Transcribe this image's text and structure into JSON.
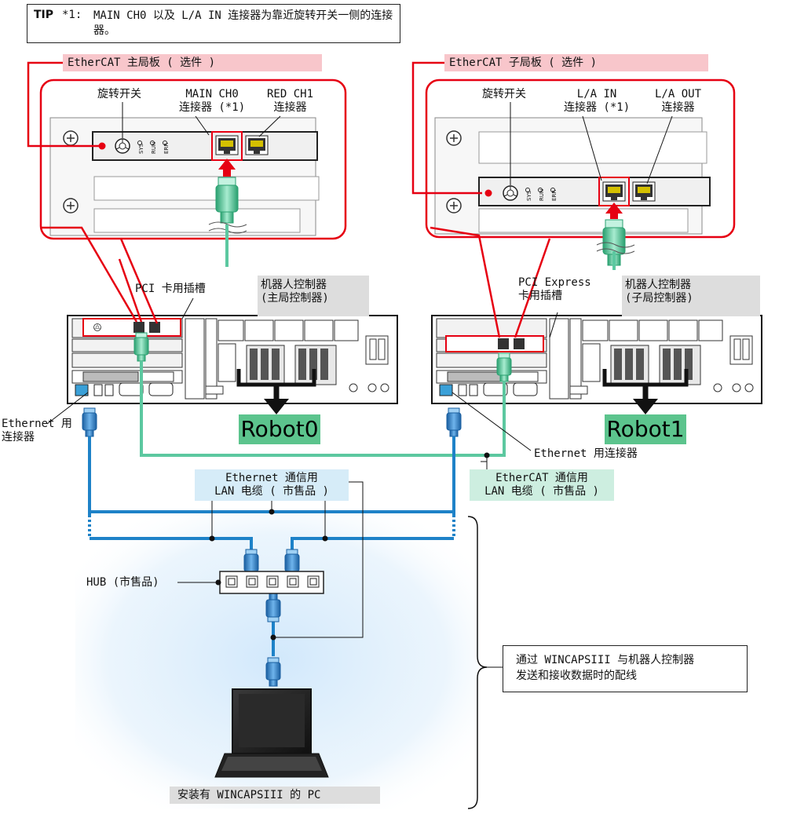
{
  "tip": {
    "tag": "TIP",
    "number": "*1:",
    "text": "MAIN CH0 以及 L/A IN 连接器为靠近旋转开关一侧的连接器。"
  },
  "master_board": {
    "header": "EtherCAT 主局板 ( 选件 )",
    "rotary_switch": "旋转开关",
    "conn1": "MAIN CH0\n连接器 (*1)",
    "conn2": "RED CH1\n连接器",
    "leds": [
      "SYS",
      "RUN",
      "ERR"
    ]
  },
  "slave_board": {
    "header": "EtherCAT 子局板 ( 选件 )",
    "rotary_switch": "旋转开关",
    "conn1": "L/A IN\n连接器 (*1)",
    "conn2": "L/A OUT\n连接器",
    "leds": [
      "SYS",
      "RUN",
      "ERR"
    ]
  },
  "controllers": {
    "master_slot": "PCI 卡用插槽",
    "master_name": "机器人控制器\n(主局控制器)",
    "slave_slot": "PCI Express\n卡用插槽",
    "slave_name": "机器人控制器\n(子局控制器)",
    "robot0": "Robot0",
    "robot1": "Robot1"
  },
  "labels": {
    "ethernet_left": "Ethernet 用\n连接器",
    "ethernet_right": "Ethernet 用连接器",
    "ethernet_cable": "Ethernet 通信用\nLAN 电缆 ( 市售品 )",
    "ethercat_cable": "EtherCAT 通信用\nLAN 电缆 ( 市售品 )",
    "hub": "HUB (市售品)",
    "pc": "安装有 WINCAPSIII 的 PC",
    "note": "通过 WINCAPSIII 与机器人控制器\n发送和接收数据时的配线"
  },
  "colors": {
    "red": "#e60012",
    "ethernet_blue": "#1e82c8",
    "ethercat_green": "#5cc8a0",
    "robot_green": "#5cc48d"
  }
}
